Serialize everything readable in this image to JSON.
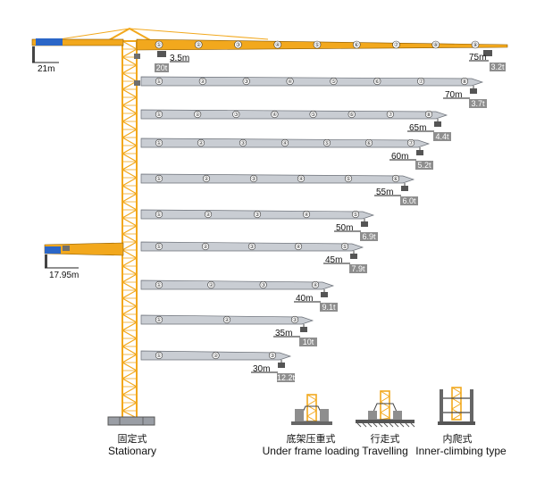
{
  "colors": {
    "tower": "#F2A81D",
    "tower_line": "#8A5A00",
    "jib_gray": "#C9CDD3",
    "jib_line": "#6B7078",
    "load_box": "#8E8E8E",
    "label_line": "#222222",
    "cab_blue": "#2B66C7"
  },
  "top_config": {
    "counter_jib": "21m",
    "length": "75m",
    "load": "3.2t",
    "near_length": "3.5m",
    "near_load": "20t"
  },
  "low_config": {
    "counter_jib": "17.95m"
  },
  "jibs": [
    {
      "length": "70m",
      "load": "3.7t",
      "segments": 8
    },
    {
      "length": "65m",
      "load": "4.4t",
      "segments": 8
    },
    {
      "length": "60m",
      "load": "5.2t",
      "segments": 7
    },
    {
      "length": "55m",
      "load": "6.0t",
      "segments": 6
    },
    {
      "length": "50m",
      "load": "6.9t",
      "segments": 5
    },
    {
      "length": "45m",
      "load": "7.9t",
      "segments": 5
    },
    {
      "length": "40m",
      "load": "9.1t",
      "segments": 4
    },
    {
      "length": "35m",
      "load": "10t",
      "segments": 3
    },
    {
      "length": "30m",
      "load": "12.2t",
      "segments": 3
    }
  ],
  "segment_labels": [
    "①",
    "②",
    "③",
    "④",
    "⑤",
    "⑥",
    "⑦",
    "⑧",
    "⑨"
  ],
  "base_types": [
    {
      "zh": "固定式",
      "en": "Stationary",
      "icon": "stationary-base-icon"
    },
    {
      "zh": "底架压重式",
      "en": "Under frame loading",
      "icon": "under-frame-loading-icon"
    },
    {
      "zh": "行走式",
      "en": "Travelling",
      "icon": "travelling-base-icon"
    },
    {
      "zh": "内爬式",
      "en": "Inner-climbing type",
      "icon": "inner-climbing-icon"
    }
  ]
}
